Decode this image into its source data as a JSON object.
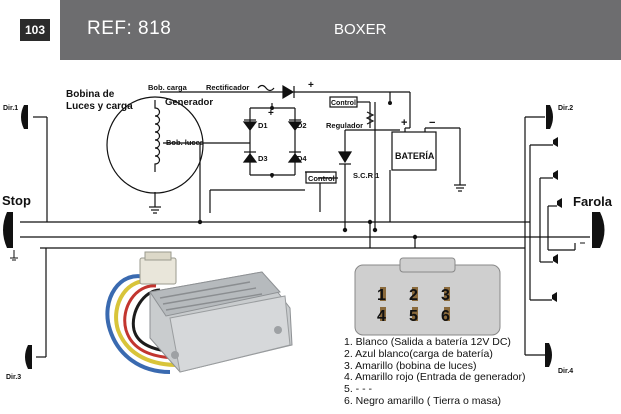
{
  "header": {
    "page_number": "103",
    "ref": "REF: 818",
    "model": "BOXER"
  },
  "diagram": {
    "generator_title_1": "Bobina de",
    "generator_title_2": "Luces y carga",
    "generator_label": "Generador",
    "bob_carga": "Bob. carga",
    "bob_luces": "Bob. luces",
    "rectificador": "Rectificador",
    "regulador": "Regulador",
    "control_top": "Control",
    "control_bottom": "Control",
    "scr": "S.C.R 1",
    "bateria": "BATERÍA",
    "d1": "D1",
    "d2": "D2",
    "d3": "D3",
    "d4": "D4",
    "plus1": "+",
    "plus2": "+",
    "bat_plus": "+",
    "bat_minus": "−",
    "dir1": "Dir.1",
    "dir2": "Dir.2",
    "dir3": "Dir.3",
    "dir4": "Dir.4",
    "stop": "Stop",
    "farola": "Farola"
  },
  "connector": {
    "pins": [
      "1",
      "2",
      "3",
      "4",
      "5",
      "6"
    ]
  },
  "legend": [
    "1. Blanco (Salida a batería 12V DC)",
    "2. Azul blanco(carga de batería)",
    "3. Amarillo (bobina de luces)",
    "4. Amarillo rojo (Entrada de generador)",
    "5. - - -",
    "6. Negro amarillo ( Tierra o masa)"
  ]
}
